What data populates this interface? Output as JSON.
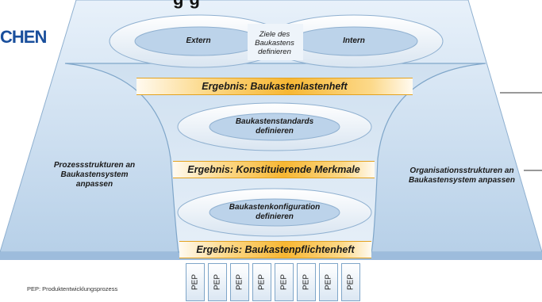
{
  "header": {
    "logo_fragment": "CHEN",
    "title_fragment": "g     g"
  },
  "loops": {
    "extern_label": "Extern",
    "intern_label": "Intern",
    "center_text": [
      "Ziele des",
      "Baukastens",
      "definieren"
    ]
  },
  "results": {
    "first": "Ergebnis: Baukastenlastenheft",
    "second": "Ergebnis: Konstituierende Merkmale",
    "third": "Ergebnis: Baukastenpflichtenheft"
  },
  "rings": {
    "standards": [
      "Baukastenstandards",
      "definieren"
    ],
    "configuration": [
      "Baukastenkonfiguration",
      "definieren"
    ]
  },
  "sides": {
    "left": [
      "Prozessstrukturen an",
      "Baukastensystem",
      "anpassen"
    ],
    "right": [
      "Organisationsstrukturen an",
      "Baukastensystem anpassen"
    ]
  },
  "pep_boxes": [
    "PEP",
    "PEP",
    "PEP",
    "PEP",
    "PEP",
    "PEP",
    "PEP",
    "PEP"
  ],
  "footnote": "PEP: Produktentwicklungsprozess",
  "colors": {
    "plate_light": "#dce9f5",
    "plate_dark": "#a9c5e0",
    "result_gold": "#f7b733",
    "logo_blue": "#1a4f9c"
  }
}
